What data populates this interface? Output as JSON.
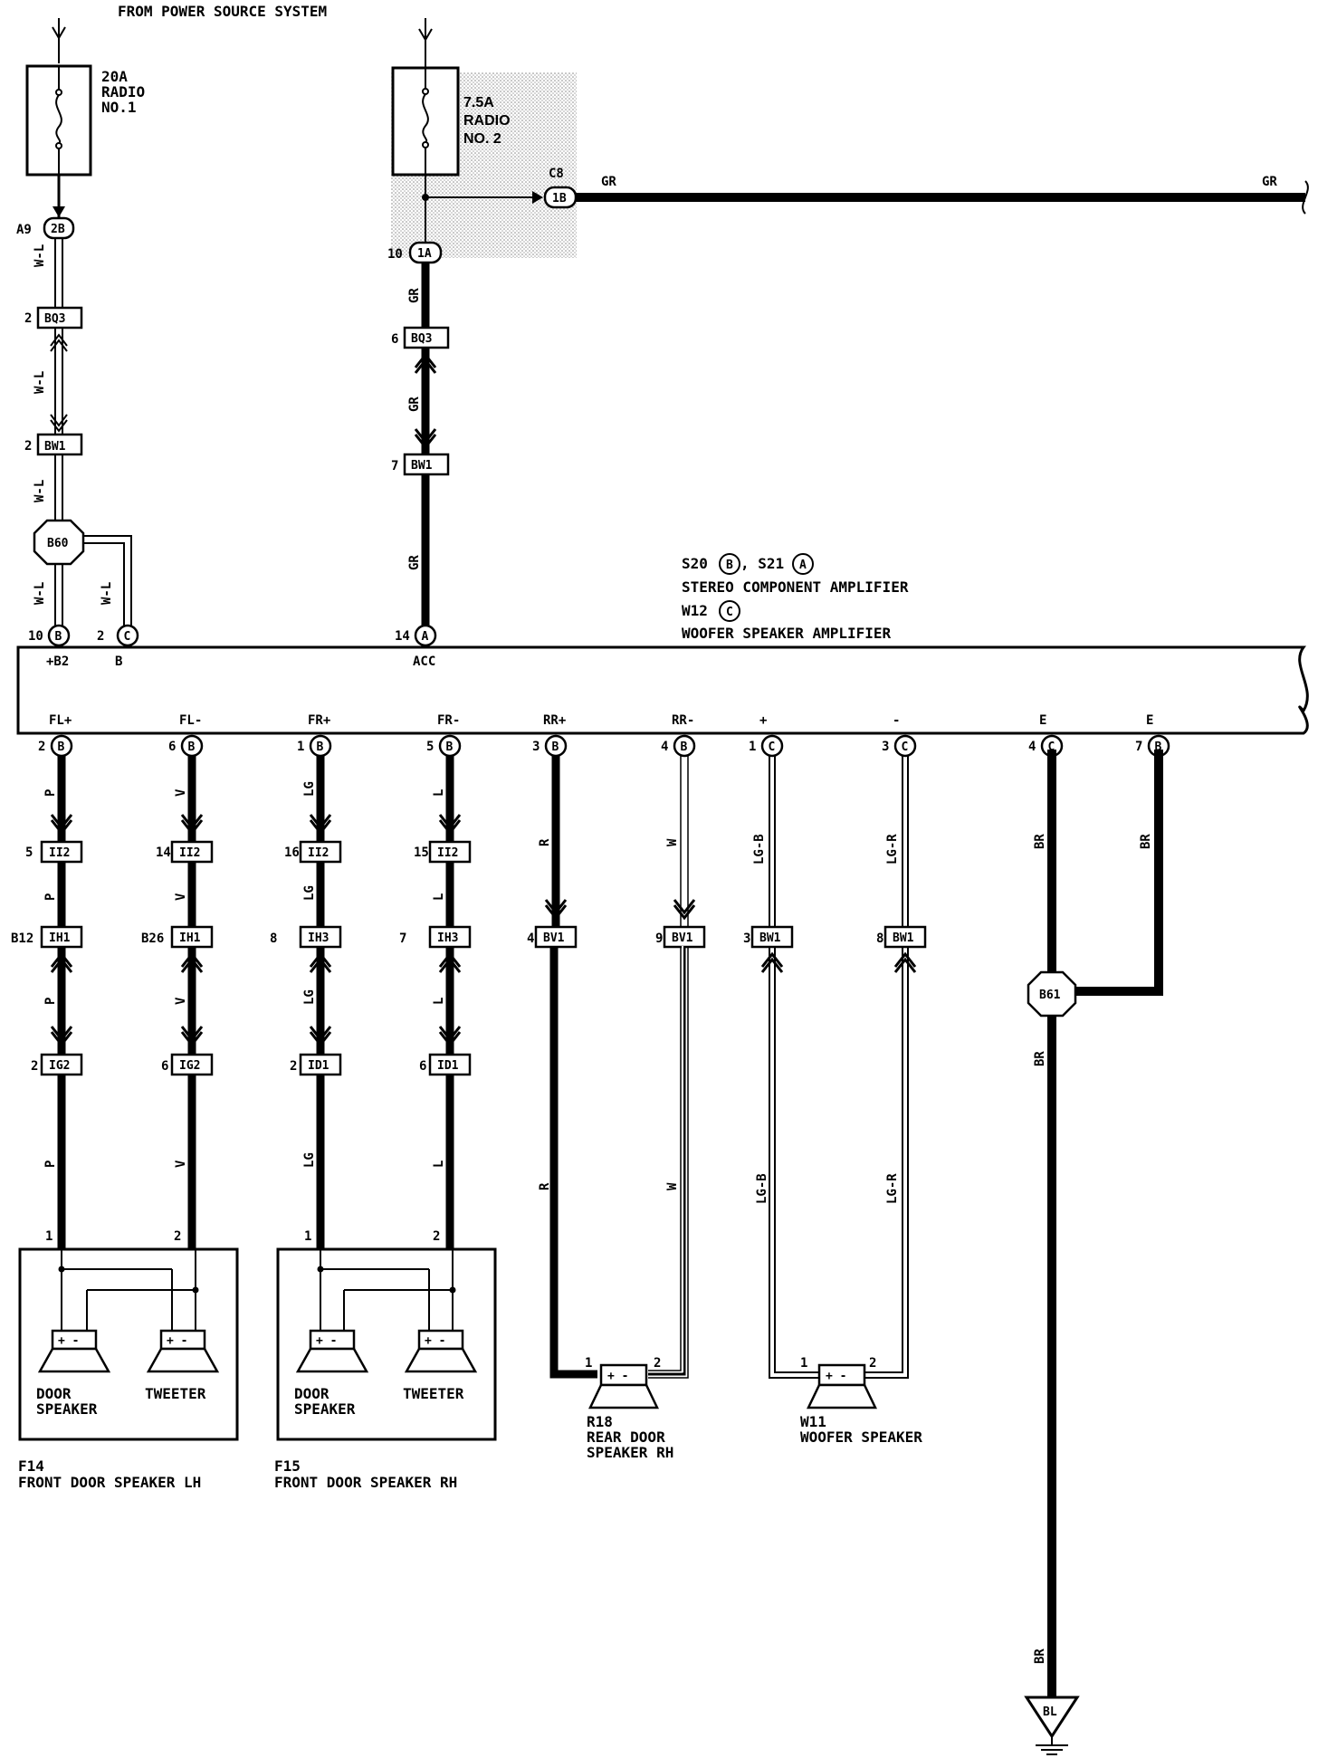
{
  "header": {
    "source": "FROM POWER SOURCE SYSTEM"
  },
  "fuses": {
    "radio1": {
      "rating": "20A",
      "name1": "RADIO",
      "name2": "NO.1"
    },
    "radio2": {
      "rating": "7.5A",
      "name1": "RADIO",
      "name2": "NO. 2"
    }
  },
  "connectors": {
    "a9": {
      "pin": "A9",
      "code": "2B"
    },
    "j10": {
      "pin": "10",
      "code": "1A"
    },
    "c8": {
      "pin": "C8",
      "code": "1B"
    },
    "bq3_l": {
      "pin": "2",
      "code": "BQ3"
    },
    "bq3_r": {
      "pin": "6",
      "code": "BQ3"
    },
    "bw1_l": {
      "pin": "2",
      "code": "BW1"
    },
    "bw1_r": {
      "pin": "7",
      "code": "BW1"
    },
    "b60": {
      "code": "B60"
    },
    "b61": {
      "code": "B61"
    },
    "ground": {
      "code": "BL"
    }
  },
  "wires": {
    "gr": "GR",
    "wl": "W-L",
    "p": "P",
    "v": "V",
    "lg": "LG",
    "l": "L",
    "r": "R",
    "w": "W",
    "lgb": "LG-B",
    "lgr": "LG-R",
    "br": "BR"
  },
  "amplifier": {
    "line1_a": "S20",
    "line1_ba": "B",
    "line1_b": ", S21",
    "line1_bb": "A",
    "line2": "STEREO COMPONENT AMPLIFIER",
    "line3_a": "W12",
    "line3_b": "C",
    "line4": "WOOFER SPEAKER AMPLIFIER"
  },
  "top_pins": [
    {
      "pin": "10",
      "letter": "B",
      "label": "+B2"
    },
    {
      "pin": "2",
      "letter": "C",
      "label": "B"
    },
    {
      "pin": "14",
      "letter": "A",
      "label": "ACC"
    }
  ],
  "bottom_pins": [
    {
      "label": "FL+",
      "pin": "2",
      "letter": "B"
    },
    {
      "label": "FL-",
      "pin": "6",
      "letter": "B"
    },
    {
      "label": "FR+",
      "pin": "1",
      "letter": "B"
    },
    {
      "label": "FR-",
      "pin": "5",
      "letter": "B"
    },
    {
      "label": "RR+",
      "pin": "3",
      "letter": "B"
    },
    {
      "label": "RR-",
      "pin": "4",
      "letter": "B"
    },
    {
      "label": "+",
      "pin": "1",
      "letter": "C"
    },
    {
      "label": "-",
      "pin": "3",
      "letter": "C"
    },
    {
      "label": "E",
      "pin": "4",
      "letter": "C"
    },
    {
      "label": "E",
      "pin": "7",
      "letter": "B"
    }
  ],
  "inline_connectors": {
    "row1": [
      {
        "pin": "5",
        "code": "II2"
      },
      {
        "pin": "14",
        "code": "II2"
      },
      {
        "pin": "16",
        "code": "II2"
      },
      {
        "pin": "15",
        "code": "II2"
      }
    ],
    "row2": [
      {
        "pin": "B12",
        "code": "IH1"
      },
      {
        "pin": "B26",
        "code": "IH1"
      },
      {
        "pin": "8",
        "code": "IH3"
      },
      {
        "pin": "7",
        "code": "IH3"
      },
      {
        "pin": "4",
        "code": "BV1"
      },
      {
        "pin": "9",
        "code": "BV1"
      },
      {
        "pin": "3",
        "code": "BW1"
      },
      {
        "pin": "8",
        "code": "BW1"
      }
    ],
    "row3": [
      {
        "pin": "2",
        "code": "IG2"
      },
      {
        "pin": "6",
        "code": "IG2"
      },
      {
        "pin": "2",
        "code": "ID1"
      },
      {
        "pin": "6",
        "code": "ID1"
      }
    ]
  },
  "speakers": {
    "f14": {
      "id": "F14",
      "name": "FRONT DOOR SPEAKER LH",
      "door1": "DOOR",
      "door2": "SPEAKER",
      "tweeter": "TWEETER",
      "pin1": "1",
      "pin2": "2"
    },
    "f15": {
      "id": "F15",
      "name": "FRONT DOOR SPEAKER RH",
      "door1": "DOOR",
      "door2": "SPEAKER",
      "tweeter": "TWEETER",
      "pin1": "1",
      "pin2": "2"
    },
    "r18": {
      "id": "R18",
      "name1": "REAR DOOR",
      "name2": "SPEAKER RH",
      "pin1": "1",
      "pin2": "2"
    },
    "w11": {
      "id": "W11",
      "name": "WOOFER SPEAKER",
      "pin1": "1",
      "pin2": "2"
    },
    "polarity": "+ -"
  }
}
